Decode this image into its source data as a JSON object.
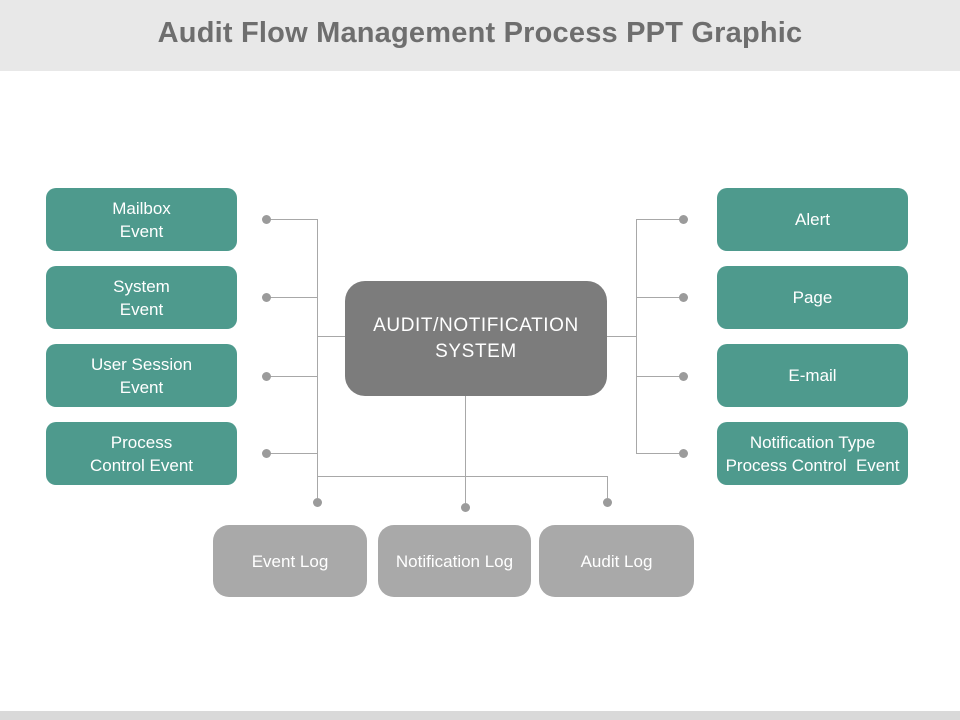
{
  "title": "Audit Flow Management Process PPT Graphic",
  "center_node": {
    "line1": "AUDIT/NOTIFICATION",
    "line2": "SYSTEM"
  },
  "left_nodes": [
    {
      "line1": "Mailbox",
      "line2": "Event"
    },
    {
      "line1": "System",
      "line2": "Event"
    },
    {
      "line1": "User Session",
      "line2": "Event"
    },
    {
      "line1": "Process",
      "line2": "Control Event"
    }
  ],
  "right_nodes": [
    {
      "label": "Alert"
    },
    {
      "label": "Page"
    },
    {
      "label": "E-mail"
    },
    {
      "label": "Notification Type",
      "label2": "Process Control  Event"
    }
  ],
  "bottom_nodes": [
    {
      "label": "Event Log"
    },
    {
      "label": "Notification Log"
    },
    {
      "label": "Audit Log"
    }
  ],
  "colors": {
    "node_teal": "#4e9a8d",
    "center_gray": "#7c7c7c",
    "log_gray": "#a9a9a9",
    "connector": "#a8a8a8",
    "dot": "#9b9b9b",
    "header_bg": "#e8e8e8",
    "footer_bg": "#d9d9d9",
    "title_text": "#6e6e6e",
    "node_text": "#ffffff"
  }
}
